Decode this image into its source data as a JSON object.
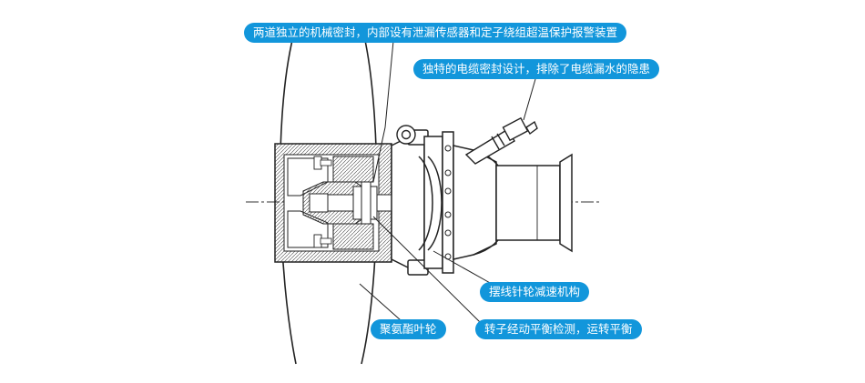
{
  "callouts": {
    "seal": "两道独立的机械密封，内部设有泄漏传感器和定子绕组超温保护报警装置",
    "cable": "独特的电缆密封设计，排除了电缆漏水的隐患",
    "reducer": "摆线针轮减速机构",
    "impeller": "聚氨酯叶轮",
    "rotor": "转子经动平衡检测，运转平衡"
  },
  "colors": {
    "callout_bg": "#1296db",
    "callout_text": "#ffffff",
    "line": "#222222"
  }
}
